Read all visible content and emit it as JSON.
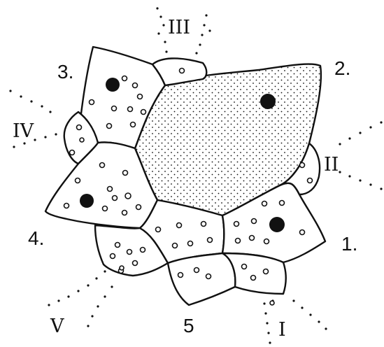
{
  "labels": {
    "cell_1": "1.",
    "cell_2": "2.",
    "cell_3": "3.",
    "cell_4": "4.",
    "cell_5": "5",
    "region_I": "I",
    "region_II": "II",
    "region_III": "III",
    "region_IV": "IV",
    "region_V": "V"
  },
  "colors": {
    "ink": "#111111",
    "paper": "#ffffff"
  }
}
